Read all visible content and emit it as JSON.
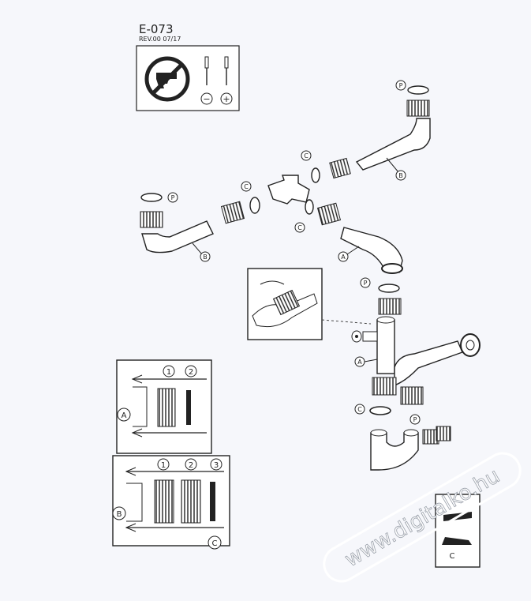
{
  "header": {
    "code": "E-073",
    "revision": "REV.00   07/17"
  },
  "warning_box": {
    "minus_symbol": "−",
    "plus_symbol": "+",
    "icons": [
      "no-power-drill-icon",
      "screwdriver-icon",
      "screwdriver-icon"
    ]
  },
  "part_labels": {
    "A": "A",
    "B": "B",
    "C": "C",
    "P": "P"
  },
  "step_numbers": {
    "one": "1",
    "two": "2",
    "three": "3"
  },
  "watermark": "www.digitalko.hu",
  "colors": {
    "line": "#2a2a2a",
    "paper": "#f6f7fb",
    "watermark": "#ffffff"
  }
}
